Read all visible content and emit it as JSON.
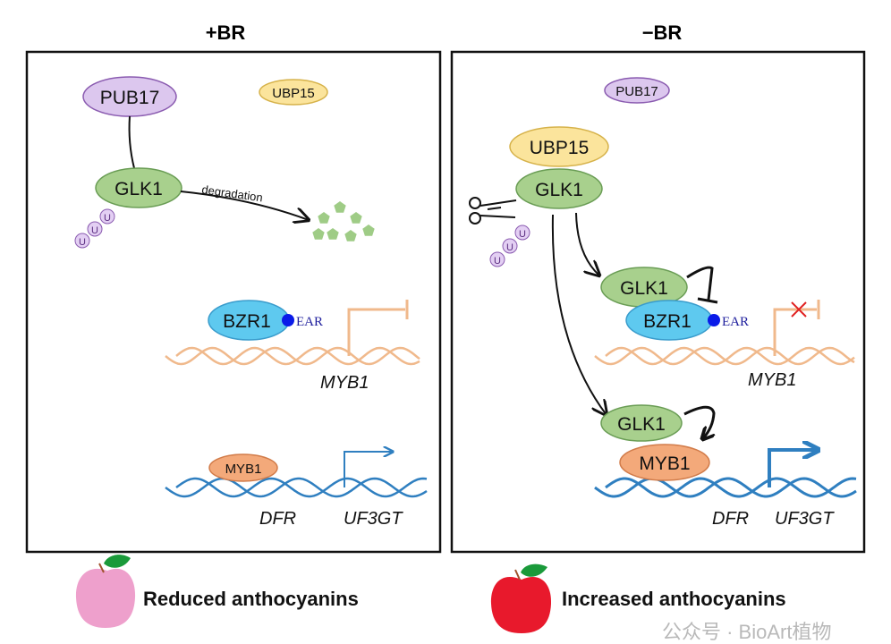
{
  "panels": [
    {
      "title": "+BR",
      "proteins": {
        "pub17": "PUB17",
        "ubp15": "UBP15",
        "glk1": "GLK1",
        "bzr1": "BZR1",
        "myb1": "MYB1",
        "ubiquitin": "U"
      },
      "degradation_label": "degradation",
      "ear_label": "EAR",
      "repressed_gene": "MYB1",
      "target_genes": [
        "DFR",
        "UF3GT"
      ],
      "outcome": "Reduced anthocyanins"
    },
    {
      "title": "−BR",
      "proteins": {
        "pub17": "PUB17",
        "ubp15": "UBP15",
        "glk1": "GLK1",
        "bzr1": "BZR1",
        "myb1": "MYB1",
        "ubiquitin": "U"
      },
      "ear_label": "EAR",
      "repressed_gene": "MYB1",
      "target_genes": [
        "DFR",
        "UF3GT"
      ],
      "outcome": "Increased anthocyanins"
    }
  ],
  "watermark": "公众号 · BioArt植物",
  "colors": {
    "pub17": "#dcc7ee",
    "ubp15": "#fbe49c",
    "glk1": "#a8d08d",
    "bzr1": "#5ec9ef",
    "myb1": "#f3a97a",
    "dna_repressed": "#f0b98c",
    "dna_active": "#2f7fc0",
    "apple_reduced": "#eea0cc",
    "apple_increased": "#e8192c"
  }
}
